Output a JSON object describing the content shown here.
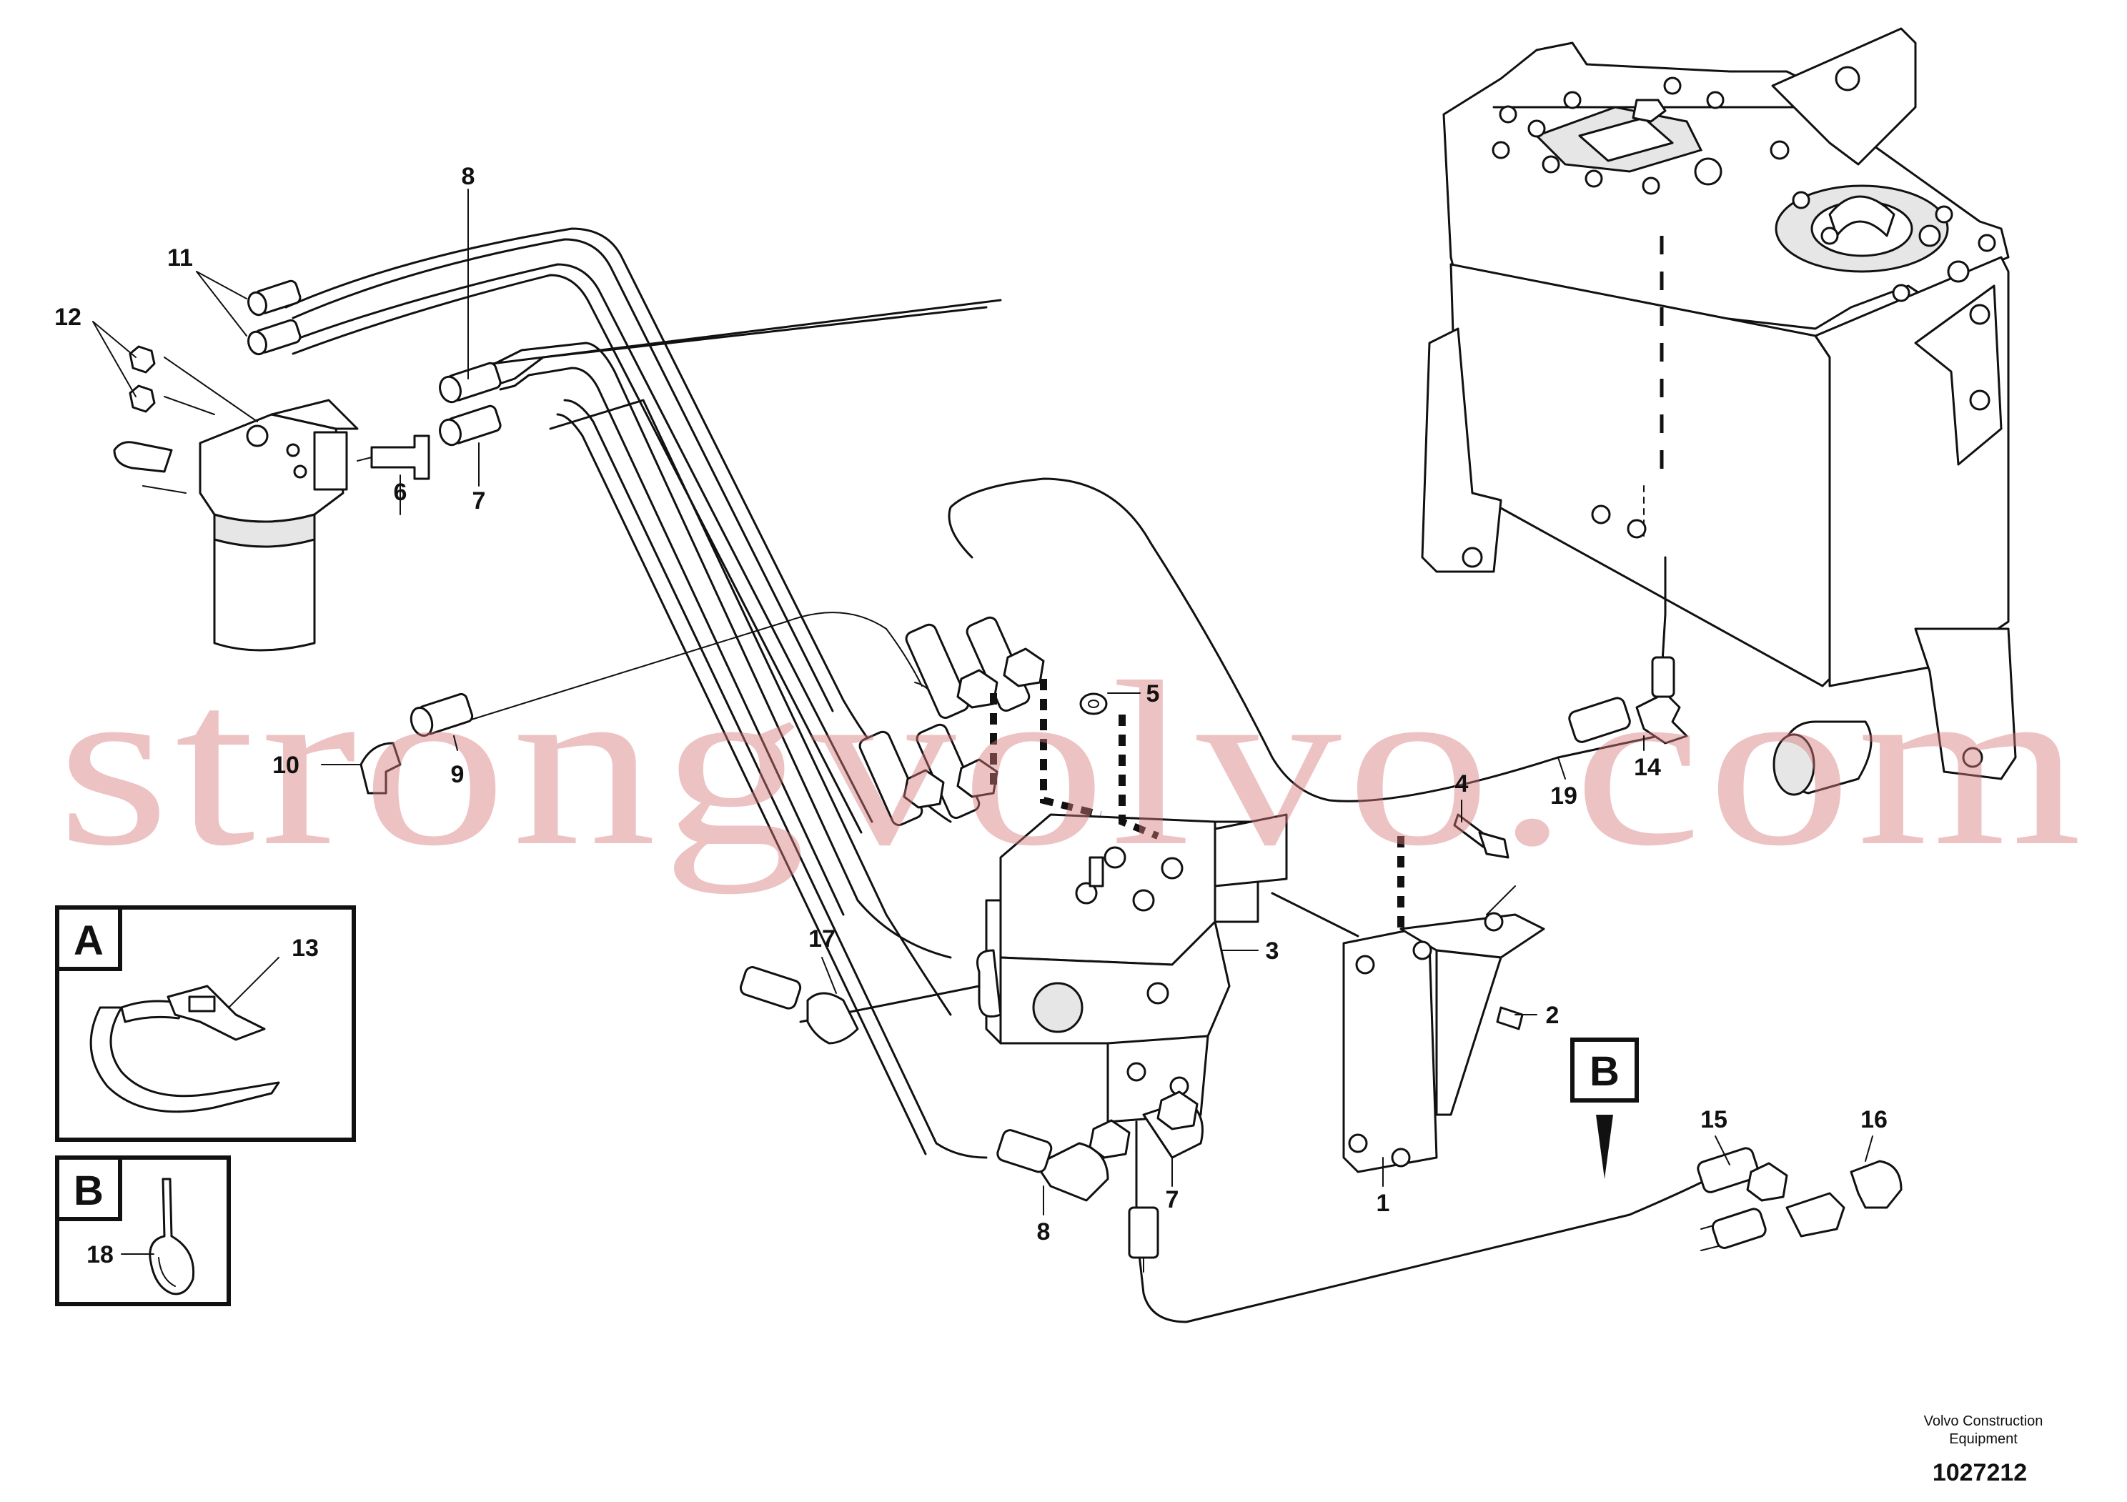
{
  "callouts": {
    "n1": "1",
    "n2": "2",
    "n3": "3",
    "n4": "4",
    "n5": "5",
    "n6": "6",
    "n7a": "7",
    "n7b": "7",
    "n8a": "8",
    "n8b": "8",
    "n9": "9",
    "n10": "10",
    "n11": "11",
    "n12": "12",
    "n13": "13",
    "n14": "14",
    "n15": "15",
    "n16": "16",
    "n17": "17",
    "n18": "18",
    "n19": "19"
  },
  "detail_a": {
    "letter": "A"
  },
  "detail_b": {
    "letter": "B"
  },
  "view_b_marker": {
    "letter": "B"
  },
  "watermark": "strongvolvo.com",
  "footer": {
    "maker_line1": "Volvo Construction",
    "maker_line2": "Equipment",
    "drawing_number": "1027212"
  }
}
